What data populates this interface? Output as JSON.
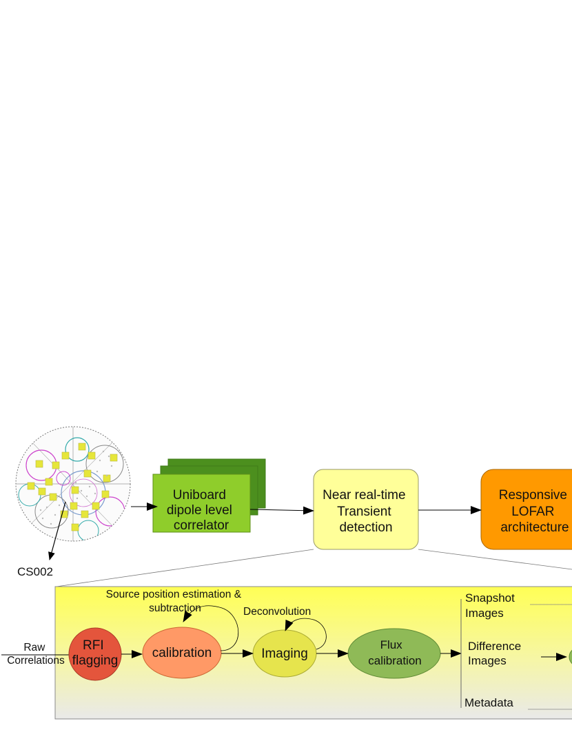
{
  "station": {
    "label": "CS002"
  },
  "top_row": {
    "uniboard": [
      "Uniboard",
      "dipole level",
      "correlator"
    ],
    "transient_detection": [
      "Near real-time",
      "Transient",
      "detection"
    ],
    "responsive": [
      "Responsive",
      "LOFAR",
      "architecture"
    ]
  },
  "pipeline": {
    "input_label": [
      "Raw",
      "Correlations"
    ],
    "source_position": [
      "Source position estimation &",
      "subtraction"
    ],
    "deconvolution": "Deconvolution",
    "rfi": [
      "RFI",
      "flagging"
    ],
    "calibration": "calibration",
    "imaging": "Imaging",
    "flux": [
      "Flux",
      "calibration"
    ],
    "outputs": {
      "snapshot": [
        "Snapshot",
        "Images"
      ],
      "difference": [
        "Difference",
        "Images"
      ],
      "metadata": "Metadata"
    }
  },
  "colors": {
    "uniboard_front": "#8fcd2b",
    "uniboard_back": "#4c8f1e",
    "transient_box": "#ffff99",
    "responsive_box": "#ff9900",
    "rfi": "#e4553c",
    "calibration": "#ff9966",
    "imaging": "#e6e44d",
    "flux": "#8fba57",
    "panel_top": "#ffff55",
    "panel_bottom": "#e9e9e9"
  }
}
